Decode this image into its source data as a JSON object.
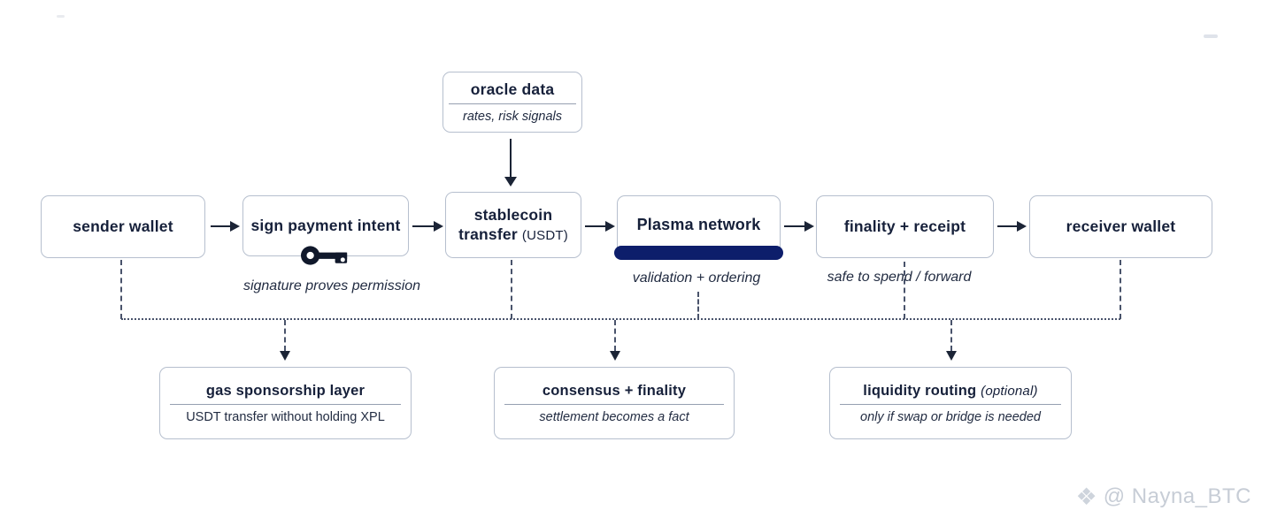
{
  "diagram": {
    "oracle": {
      "title": "oracle data",
      "subtitle": "rates, risk signals"
    },
    "flow": {
      "sender": {
        "title": "sender wallet"
      },
      "sign": {
        "title": "sign payment intent",
        "caption": "signature proves permission"
      },
      "stablecoin": {
        "title_line1": "stablecoin",
        "title_line2": "transfer",
        "title_suffix": "(USDT)"
      },
      "plasma": {
        "title": "Plasma network",
        "caption": "validation + ordering"
      },
      "finality": {
        "title": "finality + receipt",
        "caption": "safe to spend / forward"
      },
      "receiver": {
        "title": "receiver wallet"
      }
    },
    "layers": {
      "gas": {
        "title": "gas sponsorship layer",
        "subtitle": "USDT transfer without holding XPL"
      },
      "consensus": {
        "title": "consensus + finality",
        "subtitle": "settlement becomes a fact"
      },
      "liquidity": {
        "title": "liquidity routing",
        "title_suffix": "(optional)",
        "subtitle": "only if swap or bridge is needed"
      }
    },
    "watermark": {
      "icon_glyph": "❖",
      "handle": "@ Nayna_BTC"
    },
    "colors": {
      "accent_navy": "#0d1e6b",
      "ink": "#1b2436",
      "box_border": "#b6bfce",
      "connector": "#49536b",
      "watermark": "#c7cdd6"
    }
  }
}
